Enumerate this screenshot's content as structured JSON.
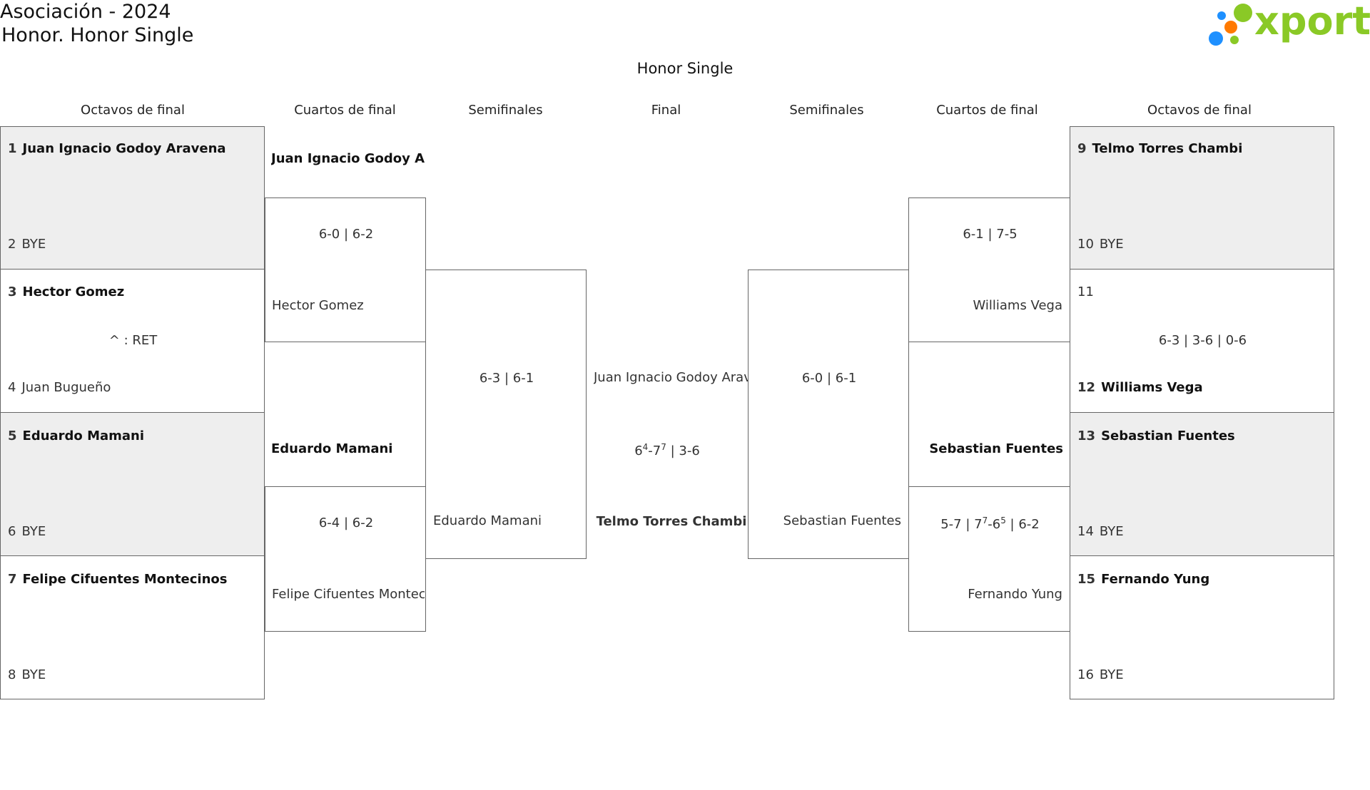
{
  "header": {
    "line1": "Asociación - 2024",
    "line2": "Honor. Honor Single"
  },
  "logo": {
    "text": "xporty",
    "dot_colors": [
      "#8ac926",
      "#1e90ff",
      "#ff7a00",
      "#8ac926"
    ]
  },
  "draw_title": "Honor Single",
  "rounds_left": [
    "Octavos de final",
    "Cuartos de final",
    "Semifinales"
  ],
  "round_final": "Final",
  "rounds_right": [
    "Semifinales",
    "Cuartos de final",
    "Octavos de final"
  ],
  "r16": [
    {
      "seed": "1",
      "name": "Juan Ignacio Godoy Aravena"
    },
    {
      "seed": "2",
      "name": "BYE"
    },
    {
      "seed": "3",
      "name": "Hector Gomez"
    },
    {
      "seed": "4",
      "name": "Juan Bugueño"
    },
    {
      "seed": "5",
      "name": "Eduardo Mamani"
    },
    {
      "seed": "6",
      "name": "BYE"
    },
    {
      "seed": "7",
      "name": "Felipe Cifuentes Montecinos"
    },
    {
      "seed": "8",
      "name": "BYE"
    },
    {
      "seed": "9",
      "name": "Telmo Torres Chambi"
    },
    {
      "seed": "10",
      "name": "BYE"
    },
    {
      "seed": "11",
      "name": ""
    },
    {
      "seed": "12",
      "name": "Williams Vega"
    },
    {
      "seed": "13",
      "name": "Sebastian Fuentes"
    },
    {
      "seed": "14",
      "name": "BYE"
    },
    {
      "seed": "15",
      "name": "Fernando Yung"
    },
    {
      "seed": "16",
      "name": "BYE"
    }
  ],
  "r16_notes": {
    "m2": "^ : RET",
    "m6": "6-3 | 3-6 | 0-6"
  },
  "qf": {
    "l1_top": "Juan Ignacio Godoy Aravena",
    "l1_score": "6-0 | 6-2",
    "l1_bottom": "Hector Gomez",
    "l2_top": "Eduardo Mamani",
    "l2_score": "6-4 | 6-2",
    "l2_bottom": "Felipe Cifuentes Montecinos",
    "r1_score": "6-1 | 7-5",
    "r1_bottom": "Williams Vega",
    "r2_top": "Sebastian Fuentes",
    "r2_score_a": "5-7 | 7",
    "r2_score_sup1": "7",
    "r2_score_b": "-6",
    "r2_score_sup2": "5",
    "r2_score_c": " | 6-2",
    "r2_bottom": "Fernando Yung"
  },
  "sf": {
    "left_score": "6-3 | 6-1",
    "left_bottom": "Eduardo Mamani",
    "right_score": "6-0 | 6-1",
    "right_bottom": "Sebastian Fuentes"
  },
  "final": {
    "top": "Juan Ignacio Godoy Aravena",
    "score_a": "6",
    "score_sup1": "4",
    "score_b": "-7",
    "score_sup2": "7",
    "score_c": " | 3-6",
    "bottom": "Telmo Torres Chambi"
  }
}
